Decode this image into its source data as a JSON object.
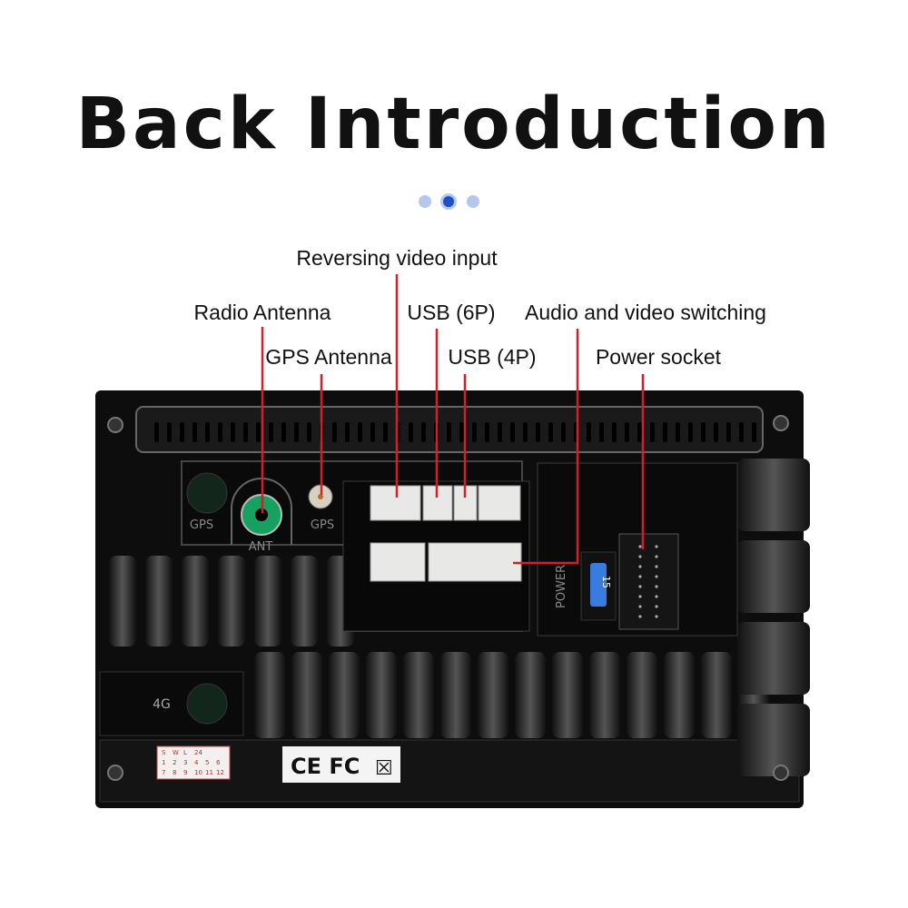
{
  "title": "Back Introduction",
  "pagination": {
    "count": 3,
    "active": 2
  },
  "labels": {
    "reversing_video_input": "Reversing video input",
    "radio_antenna": "Radio Antenna",
    "usb_6p": "USB (6P)",
    "audio_video_switching": "Audio and video switching",
    "gps_antenna": "GPS Antenna",
    "usb_4p": "USB (4P)",
    "power_socket": "Power socket"
  },
  "device": {
    "gps_left": "GPS",
    "ant": "ANT",
    "gps_right": "GPS",
    "power": "POWER",
    "fuse": "15",
    "lte": "4G",
    "sticker_rows": [
      [
        "S",
        "W",
        "L",
        "24",
        ""
      ],
      [
        "1",
        "2",
        "3",
        "4",
        "5",
        "6"
      ],
      [
        "7",
        "8",
        "9",
        "10",
        "11",
        "12"
      ]
    ],
    "cert": "CE FC"
  },
  "colors": {
    "accent_line": "#d0202a",
    "dot_active": "#1f4fc4",
    "dot_inactive": "#b3c7ef",
    "ant_green": "#18a060"
  }
}
